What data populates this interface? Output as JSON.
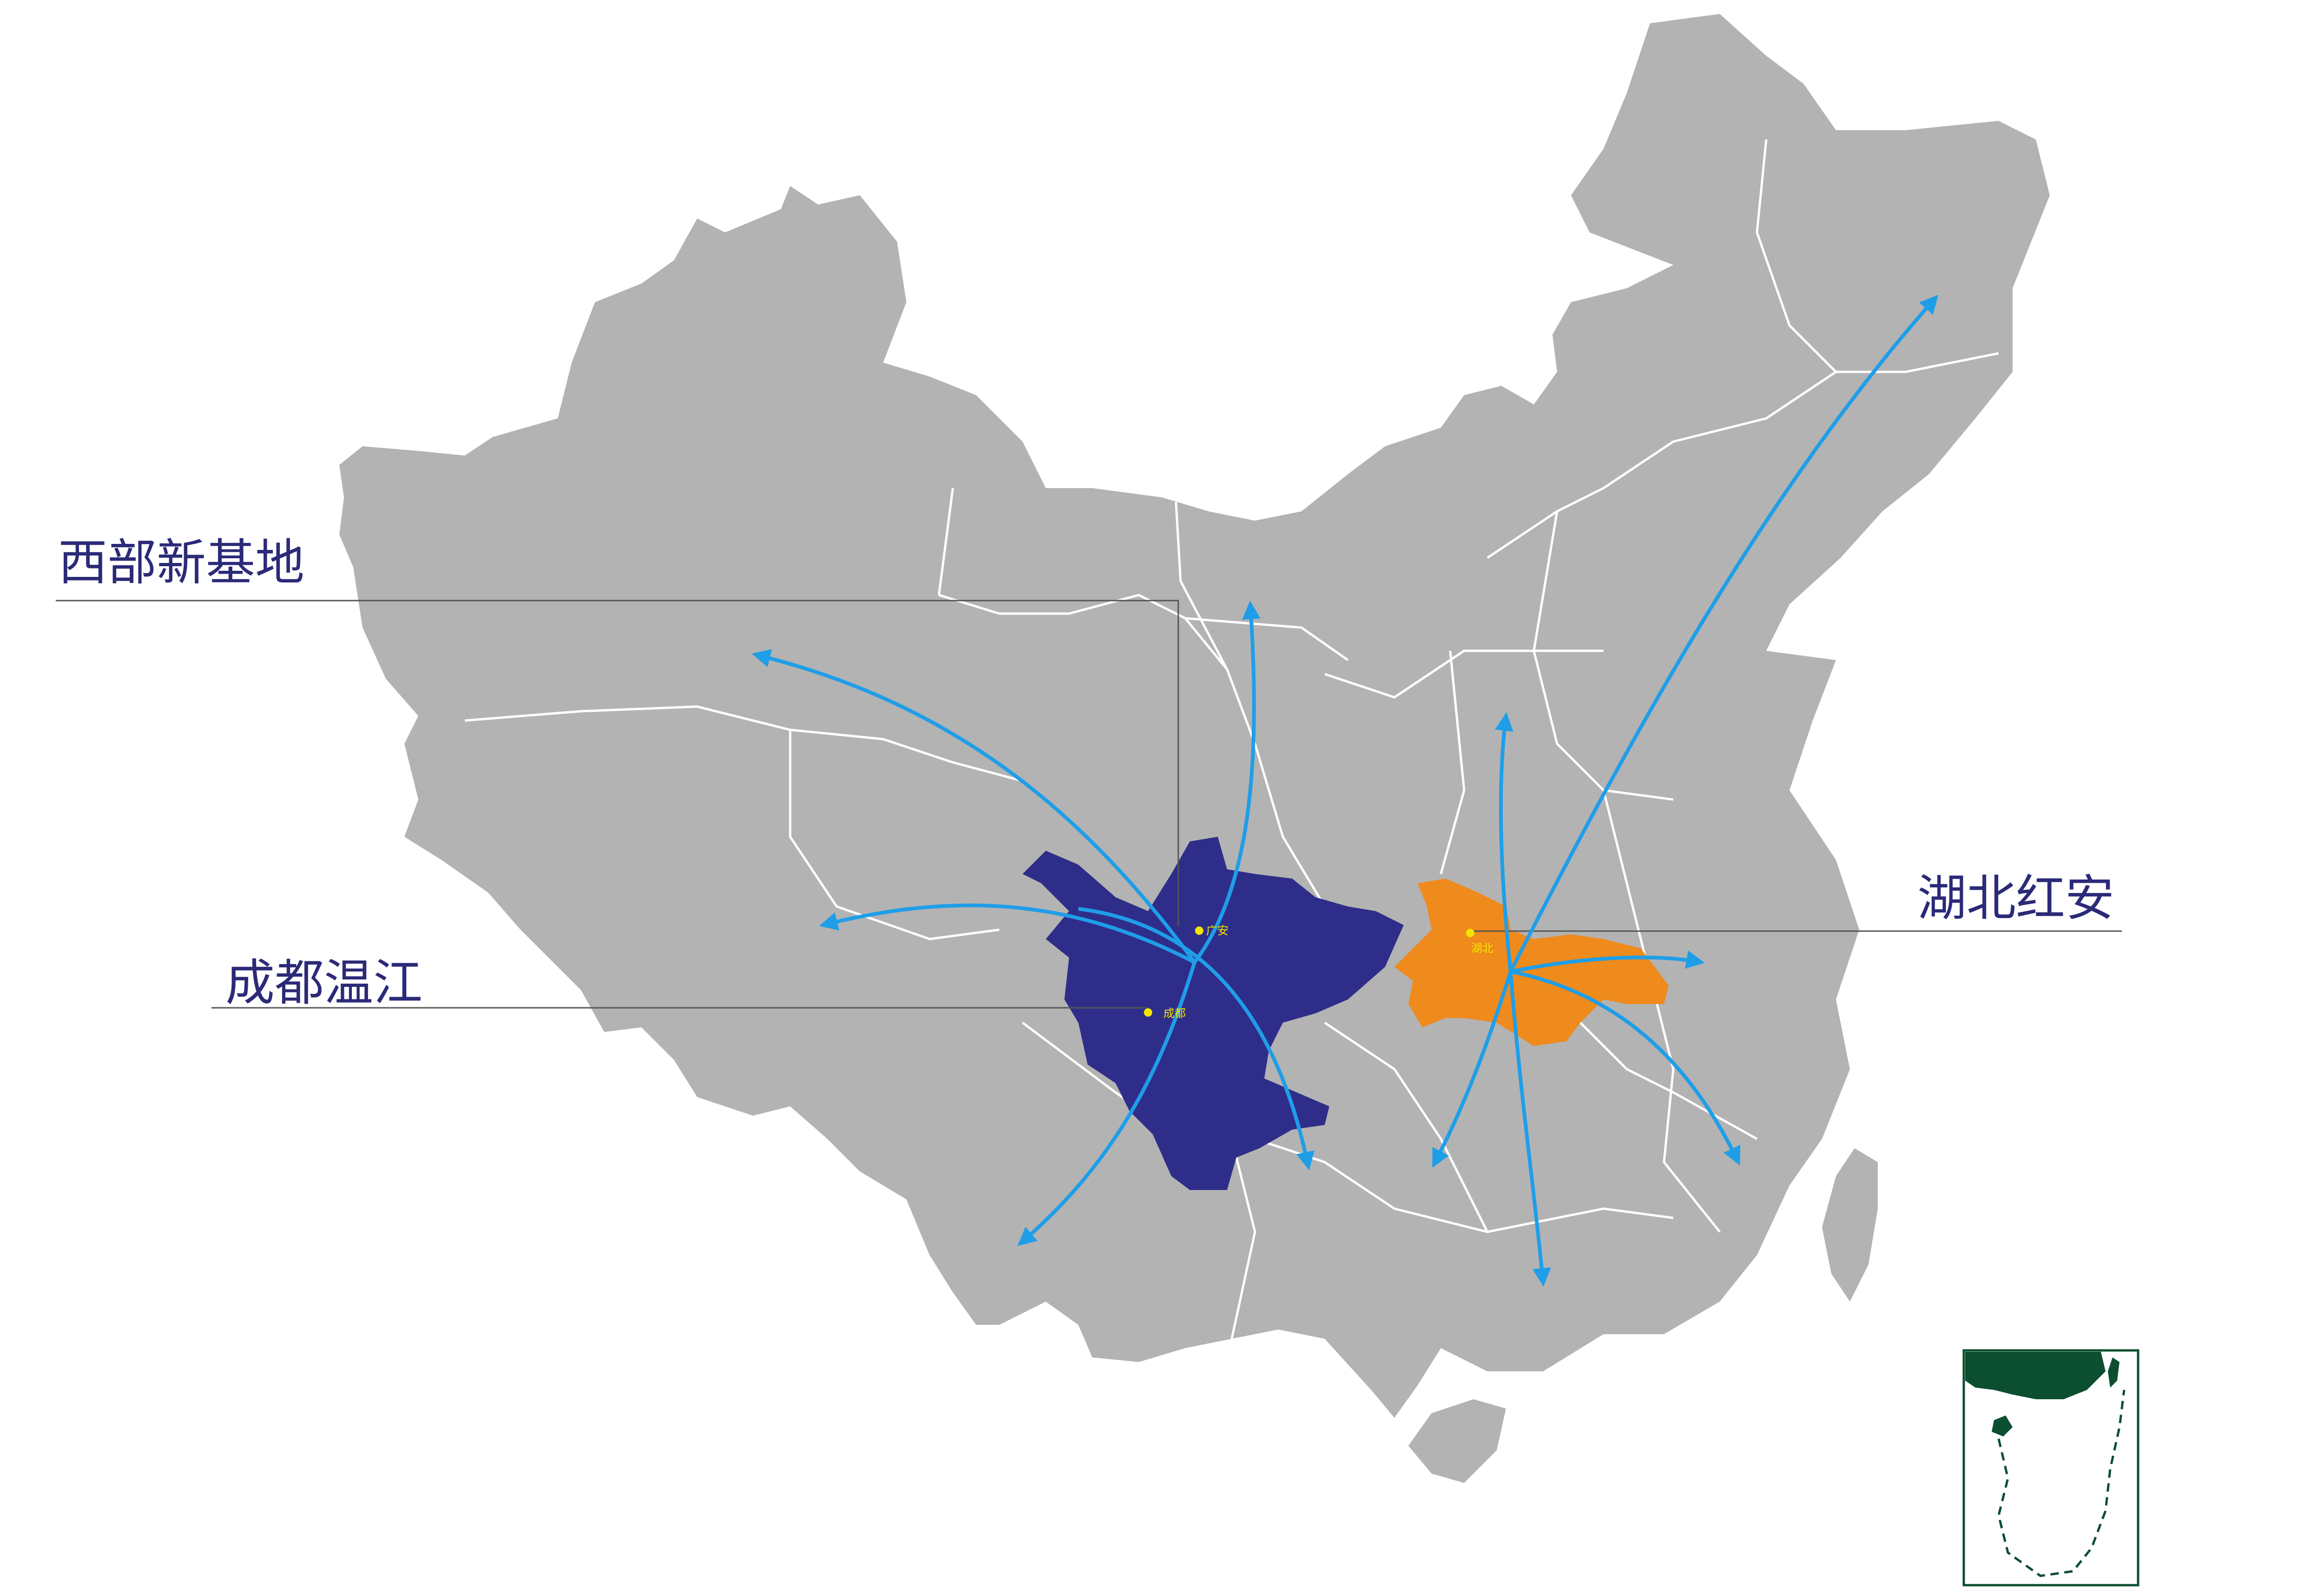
{
  "map": {
    "colors": {
      "land": "#b3b3b3",
      "border": "#ffffff",
      "sichuan": "#2e2e8a",
      "hubei": "#ef8a1c",
      "arrow": "#1f9ee8",
      "leader_line": "#555555",
      "label_text": "#2b2a78",
      "city_dot": "#f2e600",
      "inset_land": "#0c4e30",
      "inset_frame": "#0c4e30"
    },
    "labels": {
      "west_base": "西部新基地",
      "chengdu_wenjiang": "成都温江",
      "hubei_hongan": "湖北红安"
    },
    "cities": {
      "guangan": "广安",
      "chengdu": "成都",
      "hubei": "湖北"
    },
    "icons": {
      "distribution_arrows": "arrow-icon",
      "city_marker": "dot-icon"
    }
  }
}
